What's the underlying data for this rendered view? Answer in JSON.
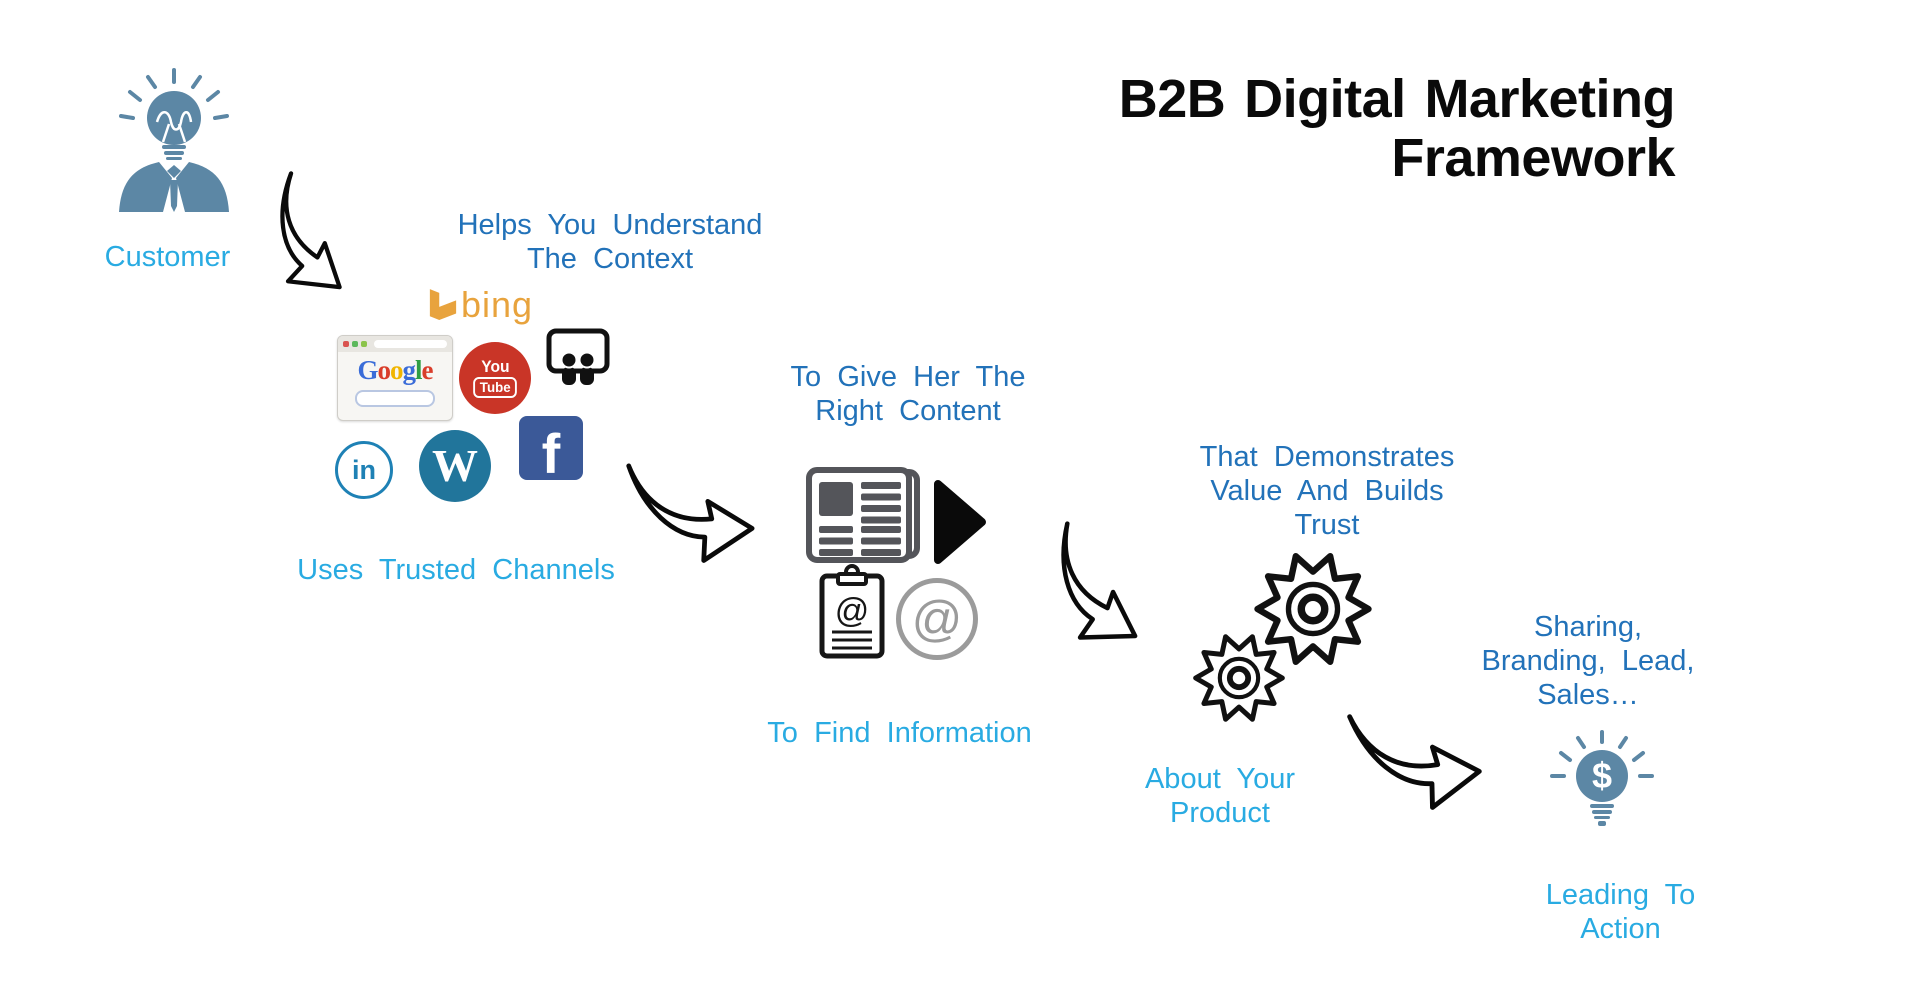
{
  "title": {
    "line1": "B2B Digital Marketing",
    "line2": "Framework"
  },
  "diagram": {
    "customer": {
      "label": "Customer"
    },
    "channels": {
      "caption": {
        "line1": "Helps You Understand",
        "line2": "The Context"
      },
      "footer": "Uses Trusted Channels"
    },
    "content": {
      "caption": {
        "line1": "To Give Her The",
        "line2": "Right Content"
      },
      "footer": "To Find Information"
    },
    "value": {
      "caption": {
        "line1": "That Demonstrates",
        "line2": "Value And Builds Trust"
      },
      "footer": {
        "line1": "About Your",
        "line2": "Product"
      }
    },
    "action": {
      "caption": {
        "line1": "Sharing,",
        "line2": "Branding, Lead,",
        "line3": "Sales…"
      },
      "footer": {
        "line1": "Leading To",
        "line2": "Action"
      }
    }
  },
  "brands": {
    "bing": "bing",
    "google_letters": [
      {
        "ch": "G",
        "color": "#3a6cd8"
      },
      {
        "ch": "o",
        "color": "#d93d2a"
      },
      {
        "ch": "o",
        "color": "#f1b500"
      },
      {
        "ch": "g",
        "color": "#3a6cd8"
      },
      {
        "ch": "l",
        "color": "#2f9e44"
      },
      {
        "ch": "e",
        "color": "#d93d2a"
      }
    ],
    "youtube_top": "You",
    "youtube_bottom": "Tube",
    "linkedin": "in",
    "wordpress": "W",
    "facebook": "f",
    "at_symbol": "@",
    "dollar": "$"
  },
  "colors": {
    "label_cyan": "#29ABE2",
    "label_blue": "#2272B9",
    "icon_steel_blue": "#5C87A5",
    "bing_gold": "#E8A33D",
    "youtube_red": "#C93527",
    "wordpress_blue": "#21759B",
    "facebook_blue": "#3B5998",
    "linkedin_blue": "#1E81B5",
    "newspaper_gray": "#54555A",
    "at_gray": "#9b9b9b",
    "arrow_black": "#0a0a0a",
    "title_black": "#0a0a0a"
  }
}
